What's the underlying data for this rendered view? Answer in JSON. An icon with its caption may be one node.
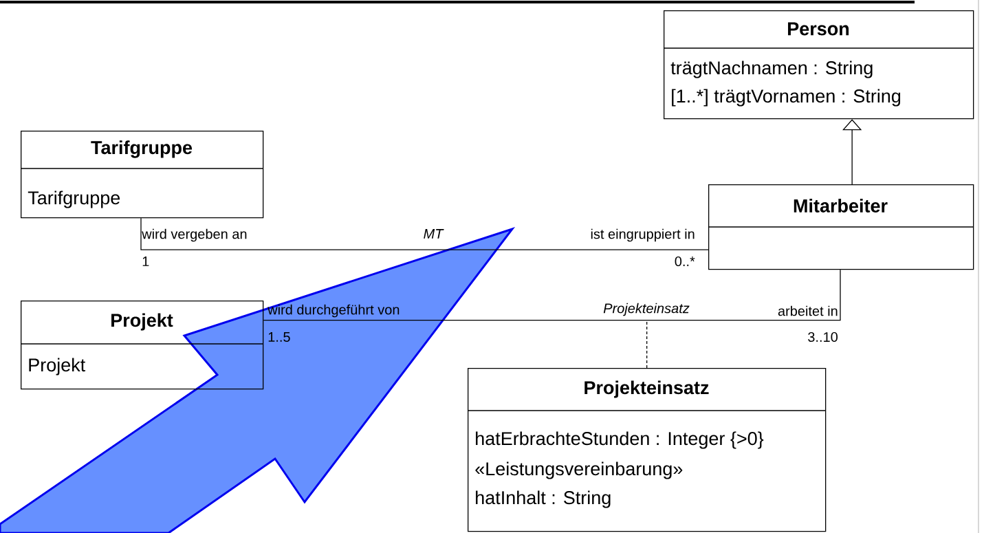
{
  "diagram": {
    "nodes": [
      {
        "text": [
          "Person",
          "trägtNachnamen : String",
          "[1..*] trägtVornamen : String"
        ]
      },
      {
        "text": [
          "Tarifgruppe",
          "Tarifgruppe"
        ]
      },
      {
        "text": [
          "Mitarbeiter"
        ]
      },
      {
        "text": [
          "Projekt",
          "Projekt"
        ]
      },
      {
        "text": [
          "Projekteinsatz",
          "hatErbrachteStunden : Integer {>0}",
          "«Leistungsvereinbarung»",
          "hatInhalt : String"
        ]
      }
    ],
    "edges": [
      {
        "from": 1,
        "to": 2,
        "arrow": "none",
        "label": "*MT*"
      },
      {
        "from": 2,
        "to": 3,
        "arrow": "none",
        "label": "*Projekteinsatz*"
      },
      {
        "from": 2,
        "to": 0,
        "arrow": "to"
      },
      {
        "from": 4,
        "to": null,
        "arrow": "none",
        "style": "dashed"
      },
      {
        "from": 3,
        "to": null,
        "arrow": "to",
        "style": "thick",
        "color": "#6690ff"
      }
    ],
    "labels": [
      "wird vergeben an",
      "1",
      "ist eingruppiert in",
      "0..*",
      "wird durchgeführt von",
      "1..5",
      "arbeitet in",
      "3..10"
    ]
  }
}
